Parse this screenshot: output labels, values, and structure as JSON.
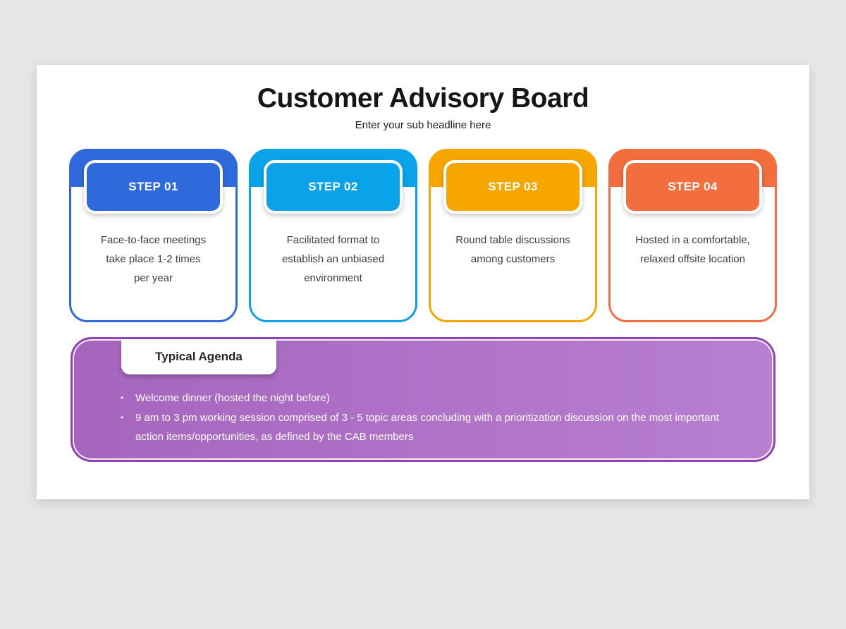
{
  "title": "Customer Advisory Board",
  "subtitle": "Enter your sub headline here",
  "steps": [
    {
      "label": "STEP 01",
      "text": "Face-to-face meetings\ntake place 1-2 times\nper year",
      "colors": {
        "main": "#2f6add"
      }
    },
    {
      "label": "STEP 02",
      "text": "Facilitated format to\nestablish an unbiased\nenvironment",
      "colors": {
        "main": "#0aa3ea"
      }
    },
    {
      "label": "STEP 03",
      "text": "Round table discussions\namong customers",
      "colors": {
        "main": "#f7a600"
      }
    },
    {
      "label": "STEP 04",
      "text": "Hosted in a comfortable,\nrelaxed offsite location",
      "colors": {
        "main": "#f26e3e"
      }
    }
  ],
  "agenda": {
    "title": "Typical Agenda",
    "bullet_glyph": "•",
    "items": [
      "Welcome dinner (hosted the night before)",
      "9 am to 3 pm working session comprised of 3 - 5 topic areas concluding with a prioritization discussion on the most important action items/opportunities, as defined by the CAB members"
    ],
    "colors": {
      "border": "#9044b0",
      "fill_left": "#a565be",
      "fill_right": "#b87fd1"
    }
  },
  "page_colors": {
    "background": "#e7e6e6",
    "slide": "#ffffff",
    "title_text": "#161616",
    "body_text": "#3d3d3d"
  }
}
